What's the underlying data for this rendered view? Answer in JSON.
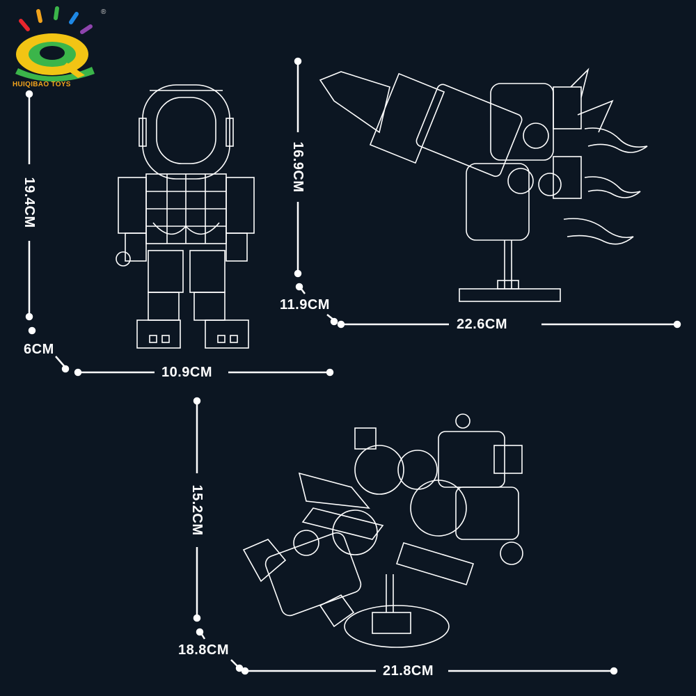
{
  "brand": {
    "name": "HUIQIBAO TOYS",
    "registered_mark": "®"
  },
  "colors": {
    "background": "#0c1622",
    "line": "#ffffff",
    "logo_yellow": "#f2c414",
    "logo_green": "#3bb54a",
    "logo_red": "#e8262d",
    "logo_blue": "#1e88e5"
  },
  "products": {
    "astronaut": {
      "height": "19.4CM",
      "depth": "6CM",
      "width": "10.9CM"
    },
    "rocket": {
      "height": "16.9CM",
      "depth": "11.9CM",
      "width": "22.6CM"
    },
    "station": {
      "height": "15.2CM",
      "depth": "18.8CM",
      "width": "21.8CM"
    }
  }
}
